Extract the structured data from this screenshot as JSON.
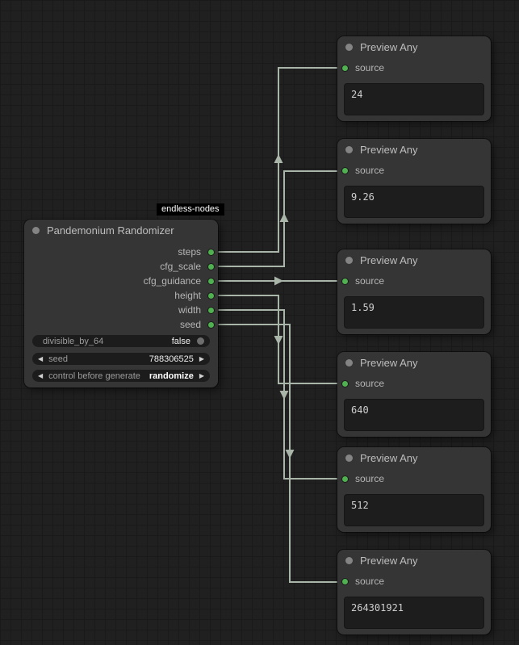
{
  "badge": {
    "label": "endless-nodes"
  },
  "randomizer_node": {
    "title": "Pandemonium Randomizer",
    "outputs": [
      "steps",
      "cfg_scale",
      "cfg_guidance",
      "height",
      "width",
      "seed"
    ],
    "widgets": {
      "divisible_by_64": {
        "label": "divisible_by_64",
        "value": "false"
      },
      "seed": {
        "label": "seed",
        "value": "788306525"
      },
      "control": {
        "label": "control before generate",
        "value": "randomize"
      }
    }
  },
  "preview_nodes": [
    {
      "title": "Preview Any",
      "input": "source",
      "value": "24"
    },
    {
      "title": "Preview Any",
      "input": "source",
      "value": "9.26"
    },
    {
      "title": "Preview Any",
      "input": "source",
      "value": "1.59"
    },
    {
      "title": "Preview Any",
      "input": "source",
      "value": "640"
    },
    {
      "title": "Preview Any",
      "input": "source",
      "value": "512"
    },
    {
      "title": "Preview Any",
      "input": "source",
      "value": "264301921"
    }
  ],
  "icons": {
    "left_arrow": "◀",
    "right_arrow": "▶"
  },
  "colors": {
    "slot_dot": "#4fb14f",
    "wire": "#a8b5a8",
    "node_bg": "#353535",
    "canvas_bg": "#202020",
    "badge_bg": "#000000"
  }
}
